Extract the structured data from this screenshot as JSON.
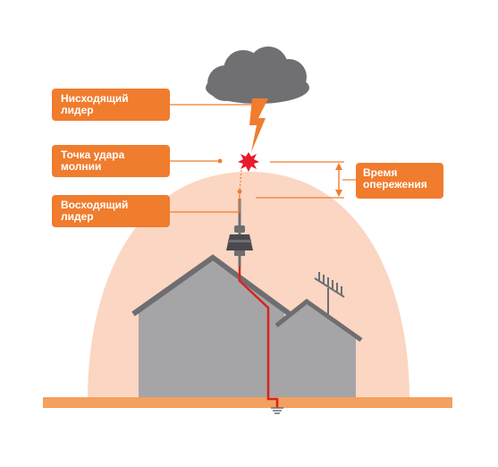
{
  "labels": {
    "descending_leader": "Нисходящий\nлидер",
    "strike_point": "Точка удара\nмолнии",
    "ascending_leader": "Восходящий\nлидер",
    "lead_time": "Время\nопережения"
  },
  "colors": {
    "accent": "#f07c2e",
    "zone": "#fbd6c2",
    "ground": "#f4a05e",
    "house": "#a5a5a7",
    "roof": "#6e6e72",
    "cloud": "#707073",
    "conductor": "#d9231e",
    "spark": "#e8192c",
    "lightning": "#f07c2e"
  }
}
